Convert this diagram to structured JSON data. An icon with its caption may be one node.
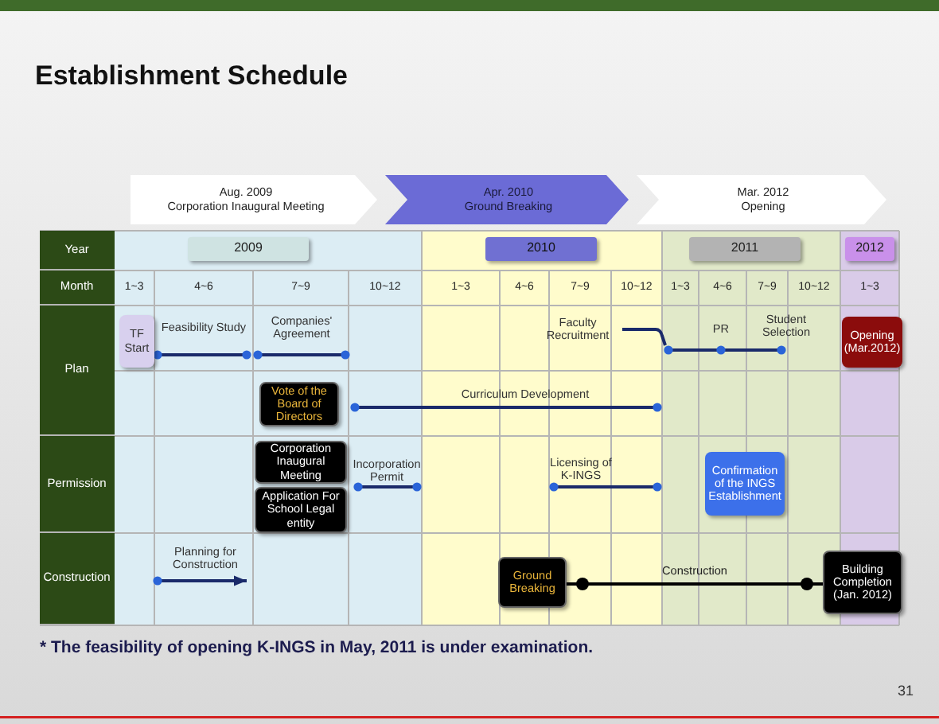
{
  "diagram": {
    "title": "Establishment Schedule",
    "caption": "* The feasibility of opening K-INGS in May, 2011 is under examination.",
    "nodes": [
      {
        "text": [
          "Aug. 2009",
          "Corporation Inaugural Meeting"
        ]
      },
      {
        "text": [
          "Apr. 2010",
          "Ground Breaking"
        ]
      },
      {
        "text": [
          "Mar. 2012",
          "Opening"
        ]
      },
      {
        "text": [
          "2009"
        ]
      },
      {
        "text": [
          "2010"
        ]
      },
      {
        "text": [
          "2011"
        ]
      },
      {
        "text": [
          "2012"
        ]
      },
      {
        "text": [
          "TF Start"
        ]
      },
      {
        "text": [
          "Opening (Mar.2012)"
        ]
      },
      {
        "text": [
          "Vote of the Board of Directors"
        ]
      },
      {
        "text": [
          "Corporation Inaugural Meeting"
        ]
      },
      {
        "text": [
          "Application For School Legal entity"
        ]
      },
      {
        "text": [
          "Confirmation of the INGS Establishment"
        ]
      },
      {
        "text": [
          "Ground Breaking"
        ]
      },
      {
        "text": [
          "Building Completion (Jan. 2012)"
        ]
      }
    ],
    "edges": [
      {
        "from": 13,
        "to": 14,
        "arrow": "other",
        "label": "Construction"
      }
    ],
    "labels": [
      "Year",
      "Month",
      "1~3",
      "4~6",
      "7~9",
      "10~12",
      "1~3",
      "4~6",
      "7~9",
      "10~12",
      "1~3",
      "4~6",
      "7~9",
      "10~12",
      "1~3",
      "Plan",
      "Feasibility Study",
      "Companies' Agreement",
      "Faculty Recruitment",
      "PR",
      "Student Selection",
      "Curriculum Development",
      "Permission",
      "Incorporation Permit",
      "Licensing of K-INGS",
      "Construction",
      "Planning for Construction",
      "31"
    ]
  }
}
